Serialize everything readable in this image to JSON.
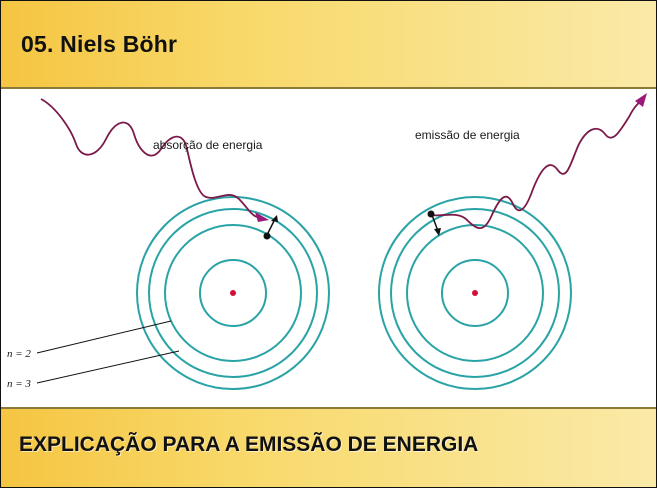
{
  "header": {
    "title": "05. Niels Böhr"
  },
  "diagram": {
    "left_atom": {
      "caption": "absorção de energia"
    },
    "right_atom": {
      "caption": "emissão de energia"
    },
    "orbit_labels": {
      "n2": "n = 2",
      "n3": "n = 3"
    },
    "colors": {
      "orbit": "#2aa3a6",
      "nucleus": "#d0103a",
      "photon": "#7a1a4a",
      "arrow": "#9a1a7a",
      "electron": "#111111"
    }
  },
  "footer": {
    "caption": "EXPLICAÇÃO PARA A EMISSÃO DE ENERGIA"
  }
}
